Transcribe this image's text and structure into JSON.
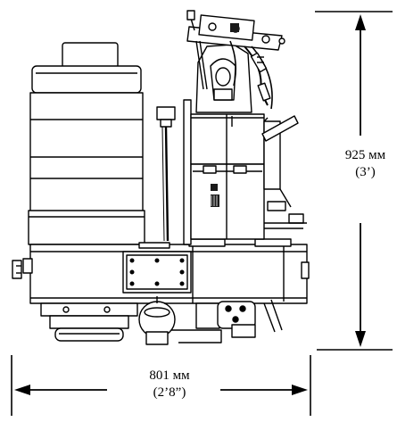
{
  "dimensions": {
    "height": {
      "metric": "925 мм",
      "imperial": "(3’)"
    },
    "width": {
      "metric": "801 мм",
      "imperial": "(2’8”)"
    }
  },
  "colors": {
    "line": "#000000",
    "fill": "#ffffff",
    "shade": "#1a1a1a"
  }
}
